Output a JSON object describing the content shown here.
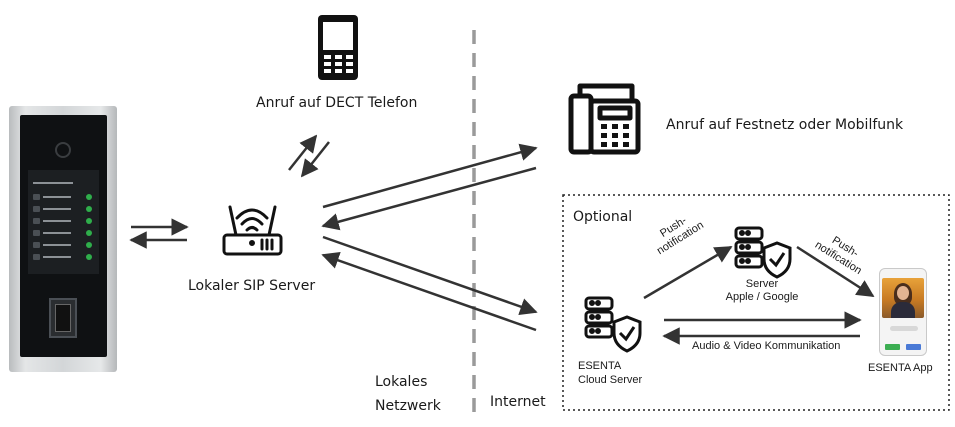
{
  "labels": {
    "dect": "Anruf auf DECT Telefon",
    "festnetz": "Anruf auf Festnetz oder Mobilfunk",
    "sip_server": "Lokaler SIP Server",
    "optional": "Optional",
    "push_left_1": "Push-",
    "push_left_2": "notification",
    "push_right_1": "Push-",
    "push_right_2": "notification",
    "server_1": "Server",
    "server_2": "Apple / Google",
    "esenta_cloud_1": "ESENTA",
    "esenta_cloud_2": "Cloud Server",
    "audio_video": "Audio & Video Kommunikation",
    "esenta_app": "ESENTA App",
    "lokales_1": "Lokales",
    "lokales_2": "Netzwerk",
    "internet": "Internet"
  },
  "colors": {
    "arrow": "#333333",
    "divider": "#9a9a9a",
    "icon": "#111111"
  },
  "icons": [
    "dect-phone-icon",
    "desk-phone-icon",
    "router-icon",
    "server-shield-icon",
    "intercom-panel",
    "smartphone-app"
  ]
}
